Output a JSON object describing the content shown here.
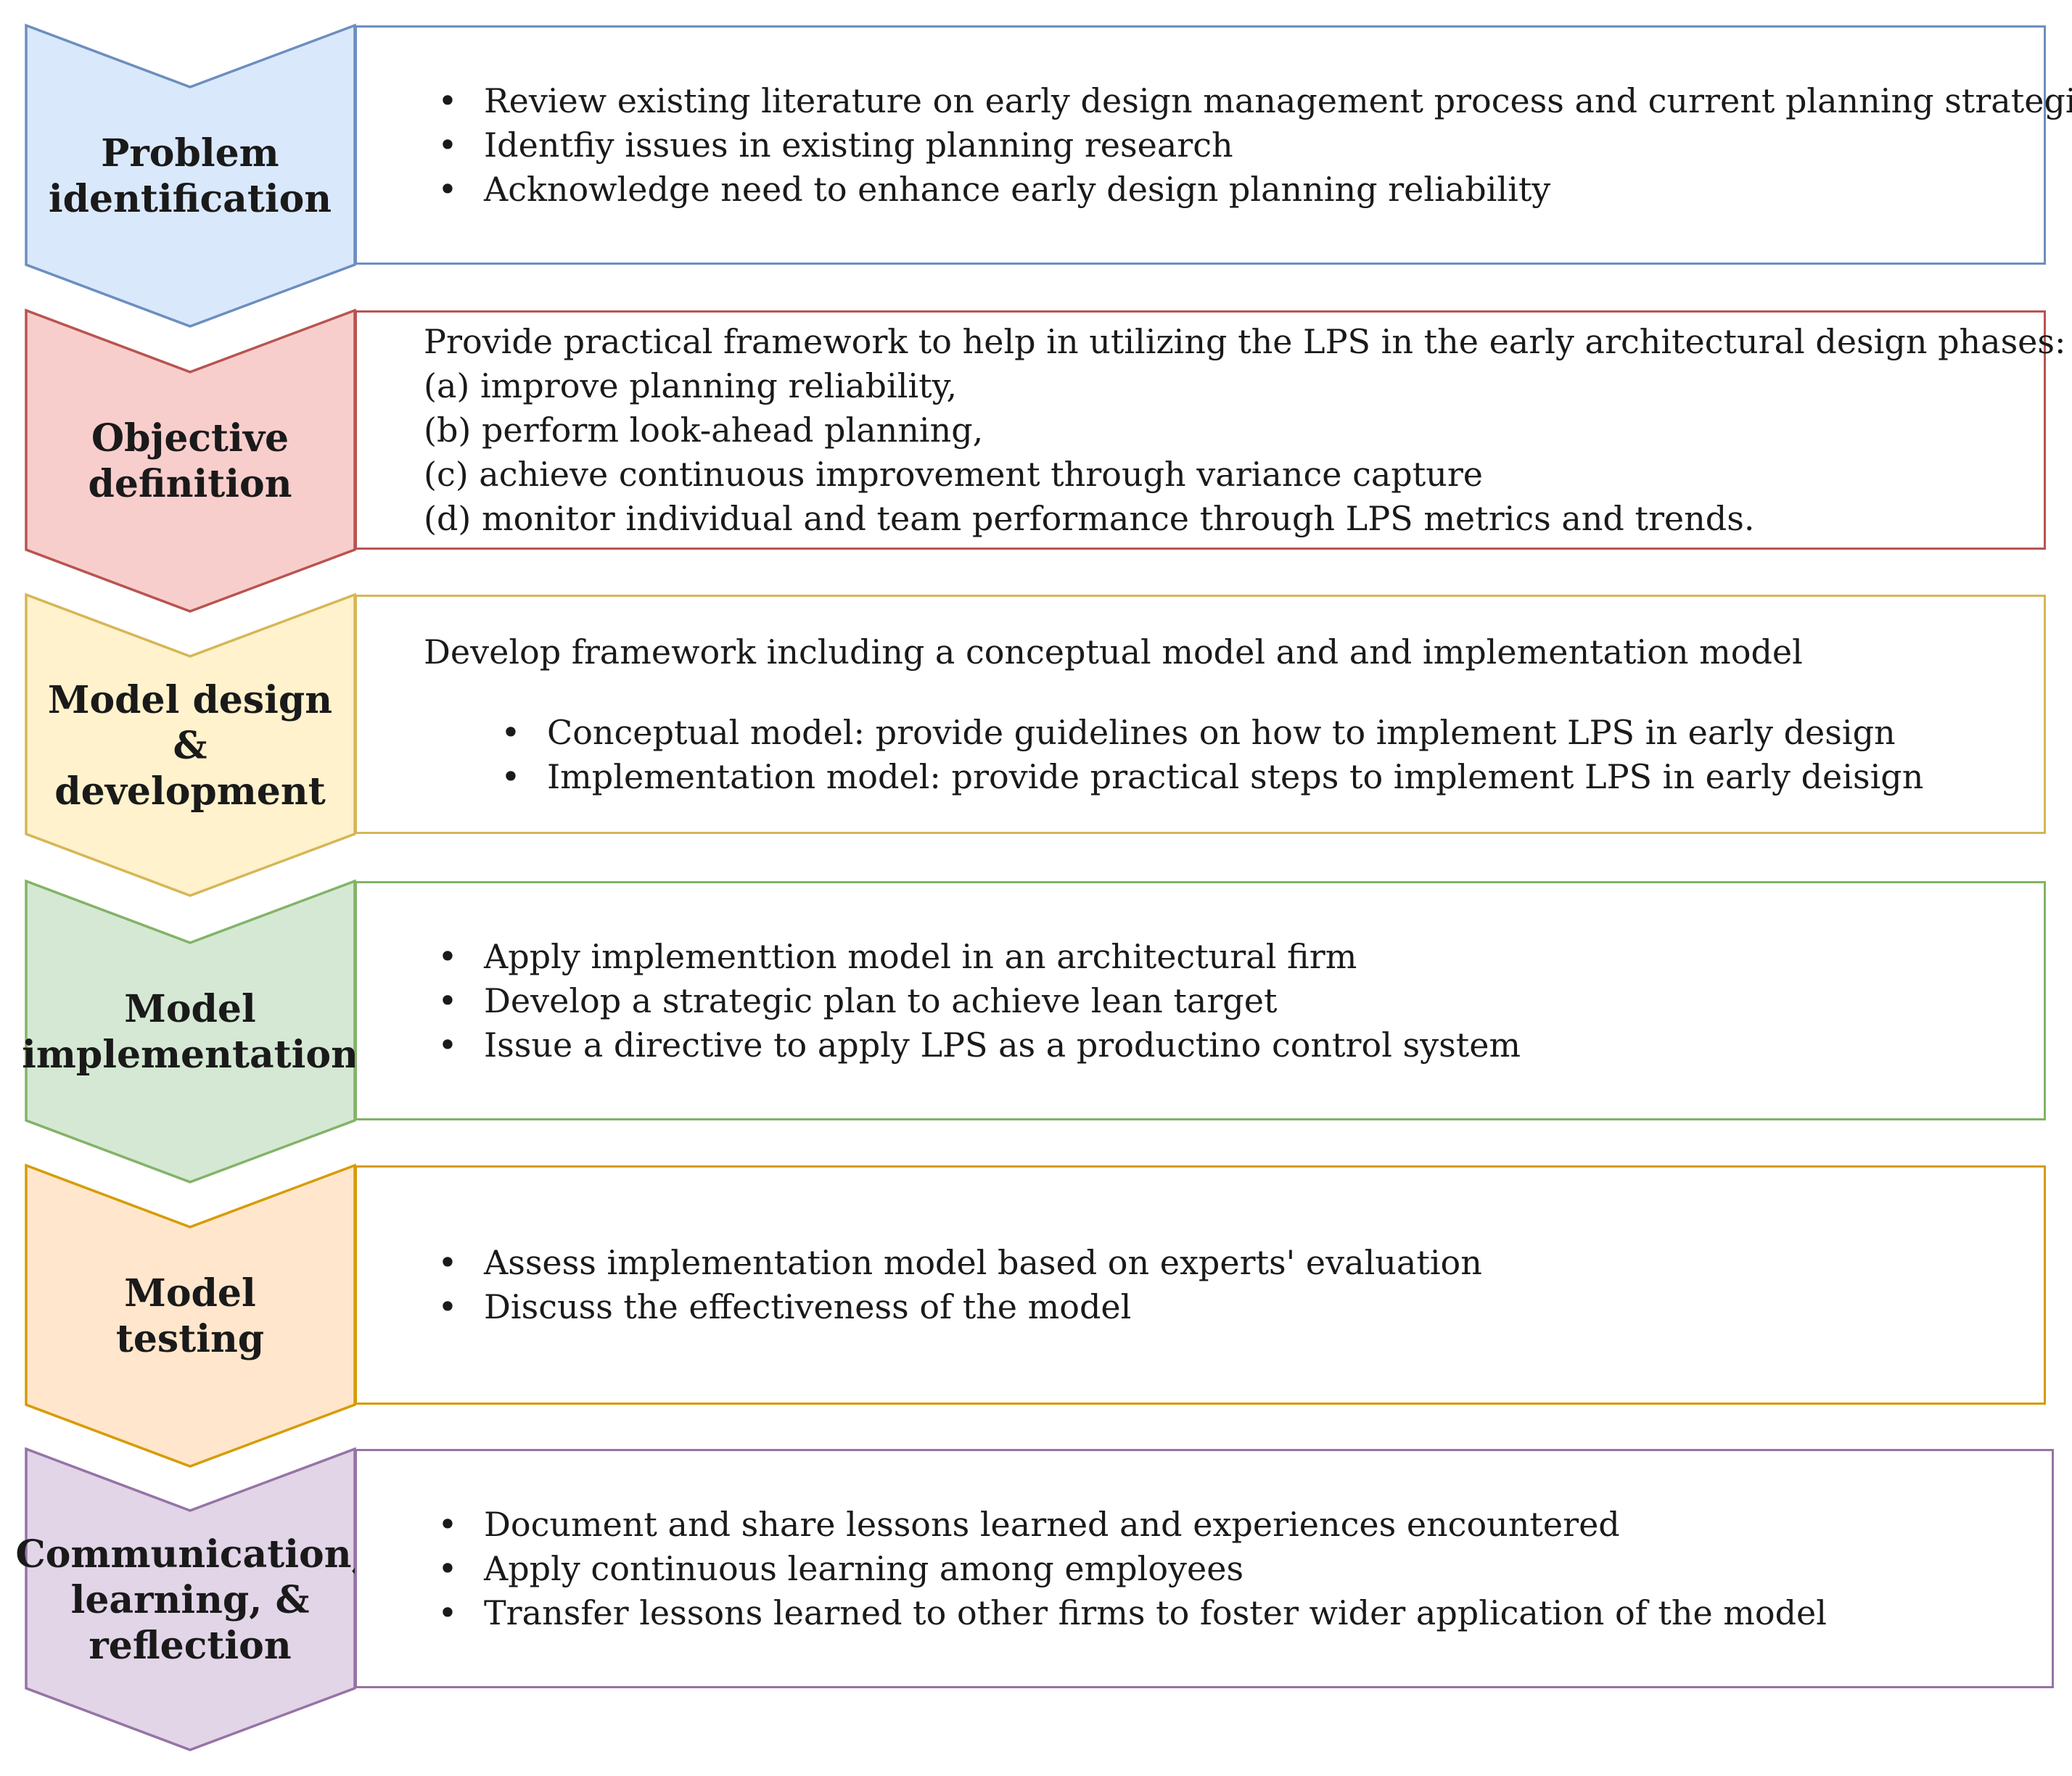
{
  "steps": [
    {
      "title": "Problem\nidentification",
      "colors": {
        "fill": "#dae8fc",
        "stroke": "#6c8ebf"
      },
      "bullets": [
        "Review existing literature on early design management process and current planning strategies",
        "Identfiy issues in existing planning research",
        "Acknowledge need to enhance early design planning reliability"
      ]
    },
    {
      "title": "Objective\ndefinition",
      "colors": {
        "fill": "#f8cecc",
        "stroke": "#b85450"
      },
      "lines": [
        "Provide practical framework to help in utilizing the LPS in the early architectural design phases:",
        "(a) improve planning reliability,",
        "(b) perform look-ahead planning,",
        "(c) achieve continuous improvement through variance capture",
        "(d) monitor individual and team performance through LPS metrics and trends."
      ]
    },
    {
      "title": "Model design &\ndevelopment",
      "colors": {
        "fill": "#fff2cc",
        "stroke": "#d6b656"
      },
      "intro": "Develop framework including a conceptual model and and implementation model",
      "bullets": [
        "Conceptual model: provide guidelines on how to implement LPS in early design",
        "Implementation model: provide practical steps to implement LPS in early deisign"
      ]
    },
    {
      "title": "Model\nimplementation",
      "colors": {
        "fill": "#d5e8d4",
        "stroke": "#82b366"
      },
      "bullets": [
        "Apply implementtion model in an architectural firm",
        "Develop a strategic plan to achieve lean target",
        "Issue a directive to apply LPS as a productino control system"
      ]
    },
    {
      "title": "Model\ntesting",
      "colors": {
        "fill": "#ffe6cc",
        "stroke": "#d79b00"
      },
      "bullets": [
        "Assess implementation model based on experts' evaluation",
        "Discuss the effectiveness of the model"
      ]
    },
    {
      "title": "Communication,\nlearning, &\nreflection",
      "colors": {
        "fill": "#e1d5e7",
        "stroke": "#9673a6"
      },
      "bullets": [
        "Document and share lessons learned and experiences encountered",
        "Apply continuous learning among employees",
        "Transfer lessons learned to other firms to foster wider application of the model"
      ]
    }
  ]
}
